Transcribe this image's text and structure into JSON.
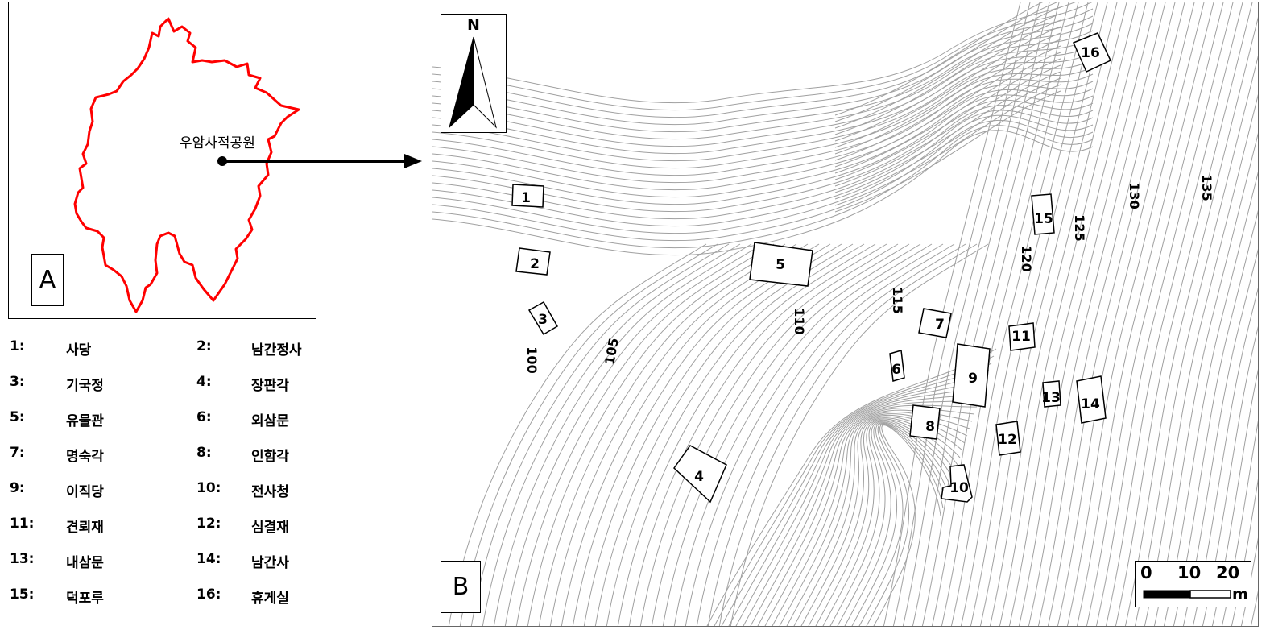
{
  "panel_a": {
    "label": "A",
    "park_name": "우암사적공원"
  },
  "legend": [
    {
      "num": "1:",
      "name": "사당"
    },
    {
      "num": "2:",
      "name": "남간정사"
    },
    {
      "num": "3:",
      "name": "기국정"
    },
    {
      "num": "4:",
      "name": "장판각"
    },
    {
      "num": "5:",
      "name": "유물관"
    },
    {
      "num": "6:",
      "name": "외삼문"
    },
    {
      "num": "7:",
      "name": "명숙각"
    },
    {
      "num": "8:",
      "name": "인함각"
    },
    {
      "num": "9:",
      "name": "이직당"
    },
    {
      "num": "10:",
      "name": "전사청"
    },
    {
      "num": "11:",
      "name": "견뢰재"
    },
    {
      "num": "12:",
      "name": "심결재"
    },
    {
      "num": "13:",
      "name": "내삼문"
    },
    {
      "num": "14:",
      "name": "남간사"
    },
    {
      "num": "15:",
      "name": "덕포루"
    },
    {
      "num": "16:",
      "name": "휴게실"
    }
  ],
  "panel_b": {
    "label": "B",
    "north_letter": "N",
    "buildings": [
      "1",
      "2",
      "3",
      "4",
      "5",
      "6",
      "7",
      "8",
      "9",
      "10",
      "11",
      "12",
      "13",
      "14",
      "15",
      "16"
    ],
    "contour_labels": [
      "100",
      "105",
      "110",
      "115",
      "120",
      "125",
      "130",
      "135"
    ],
    "scale": {
      "ticks": [
        "0",
        "10",
        "20"
      ],
      "unit": "m"
    }
  },
  "colors": {
    "boundary": "#ff0000",
    "contour": "#a0a0a0",
    "ink": "#000000"
  }
}
